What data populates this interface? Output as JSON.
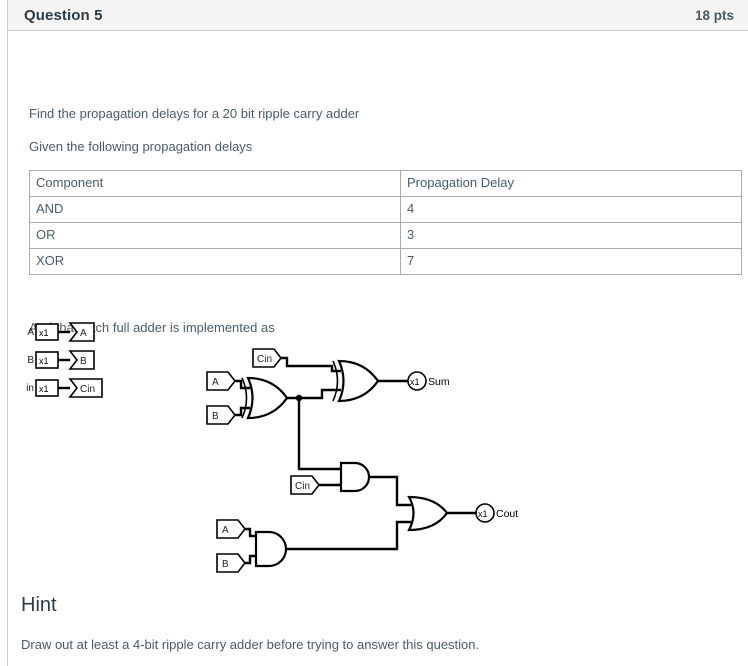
{
  "header": {
    "title": "Question 5",
    "points": "18 pts"
  },
  "prompt": {
    "line1": "Find the propagation delays for a 20 bit ripple carry adder",
    "line2": "Given the following propagation delays",
    "line3": "And that each full adder is implemented as"
  },
  "table": {
    "headers": [
      "Component",
      "Propagation Delay"
    ],
    "rows": [
      [
        "AND",
        "4"
      ],
      [
        "OR",
        "3"
      ],
      [
        "XOR",
        "7"
      ]
    ]
  },
  "hint": {
    "title": "Hint",
    "text": "Draw out at least a 4-bit ripple carry adder before trying to answer this question."
  },
  "figure_inputs": {
    "rows": [
      {
        "label": "A",
        "buffer": "x1",
        "tag": "A"
      },
      {
        "label": "B",
        "buffer": "x1",
        "tag": "B"
      },
      {
        "label": "Cin",
        "buffer": "x1",
        "tag": "Cin"
      }
    ]
  },
  "figure_circuit": {
    "inputs": {
      "a1": "A",
      "b1": "B",
      "cin1": "Cin",
      "cin2": "Cin",
      "a2": "A",
      "b2": "B"
    },
    "buffers": {
      "sum": "x1",
      "cout": "x1"
    },
    "outputs": {
      "sum": "Sum",
      "cout": "Cout"
    },
    "gates": [
      "XOR",
      "XOR",
      "AND",
      "AND",
      "OR"
    ]
  },
  "colors": {
    "header_bg": "#f5f5f5",
    "border": "#c7cdd1",
    "text": "#4a5c68",
    "heading": "#2d3b45",
    "table_border": "#aaaaaa"
  }
}
